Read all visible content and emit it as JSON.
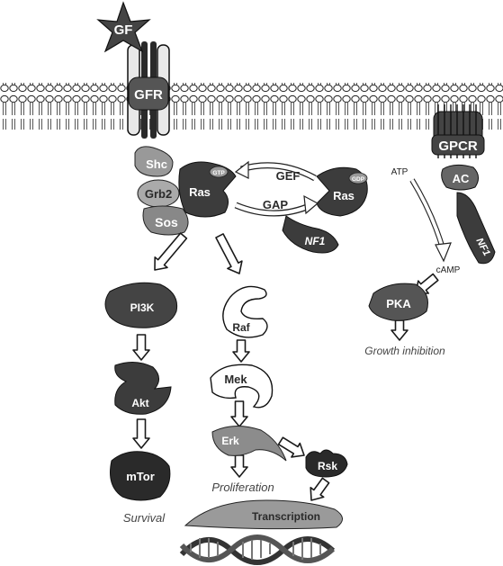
{
  "receptor": {
    "ligand": "GF",
    "receptor": "GFR"
  },
  "adaptors": {
    "shc": "Shc",
    "grb2": "Grb2",
    "sos": "Sos"
  },
  "ras_cycle": {
    "ras_active": "Ras",
    "gtp": "GTP",
    "ras_inactive": "Ras",
    "gdp": "GDP",
    "gef": "GEF",
    "gap": "GAP",
    "nf1": "NF1"
  },
  "pi3k_pathway": {
    "pi3k": "PI3K",
    "akt": "Akt",
    "mtor": "mTor",
    "outcome": "Survival"
  },
  "mapk_pathway": {
    "raf": "Raf",
    "mek": "Mek",
    "erk": "Erk",
    "rsk": "Rsk",
    "outcome": "Proliferation"
  },
  "gpcr_pathway": {
    "gpcr": "GPCR",
    "ac": "AC",
    "nf1": "NF1",
    "atp": "ATP",
    "camp": "cAMP",
    "pka": "PKA",
    "outcome": "Growth inhibition"
  },
  "nucleus": {
    "transcription": "Transcription"
  },
  "colors": {
    "dark": "#3c3c3c",
    "medium": "#6e6e6e",
    "light": "#b4b4b4",
    "outline": "#1a1a1a",
    "background": "#ffffff"
  }
}
